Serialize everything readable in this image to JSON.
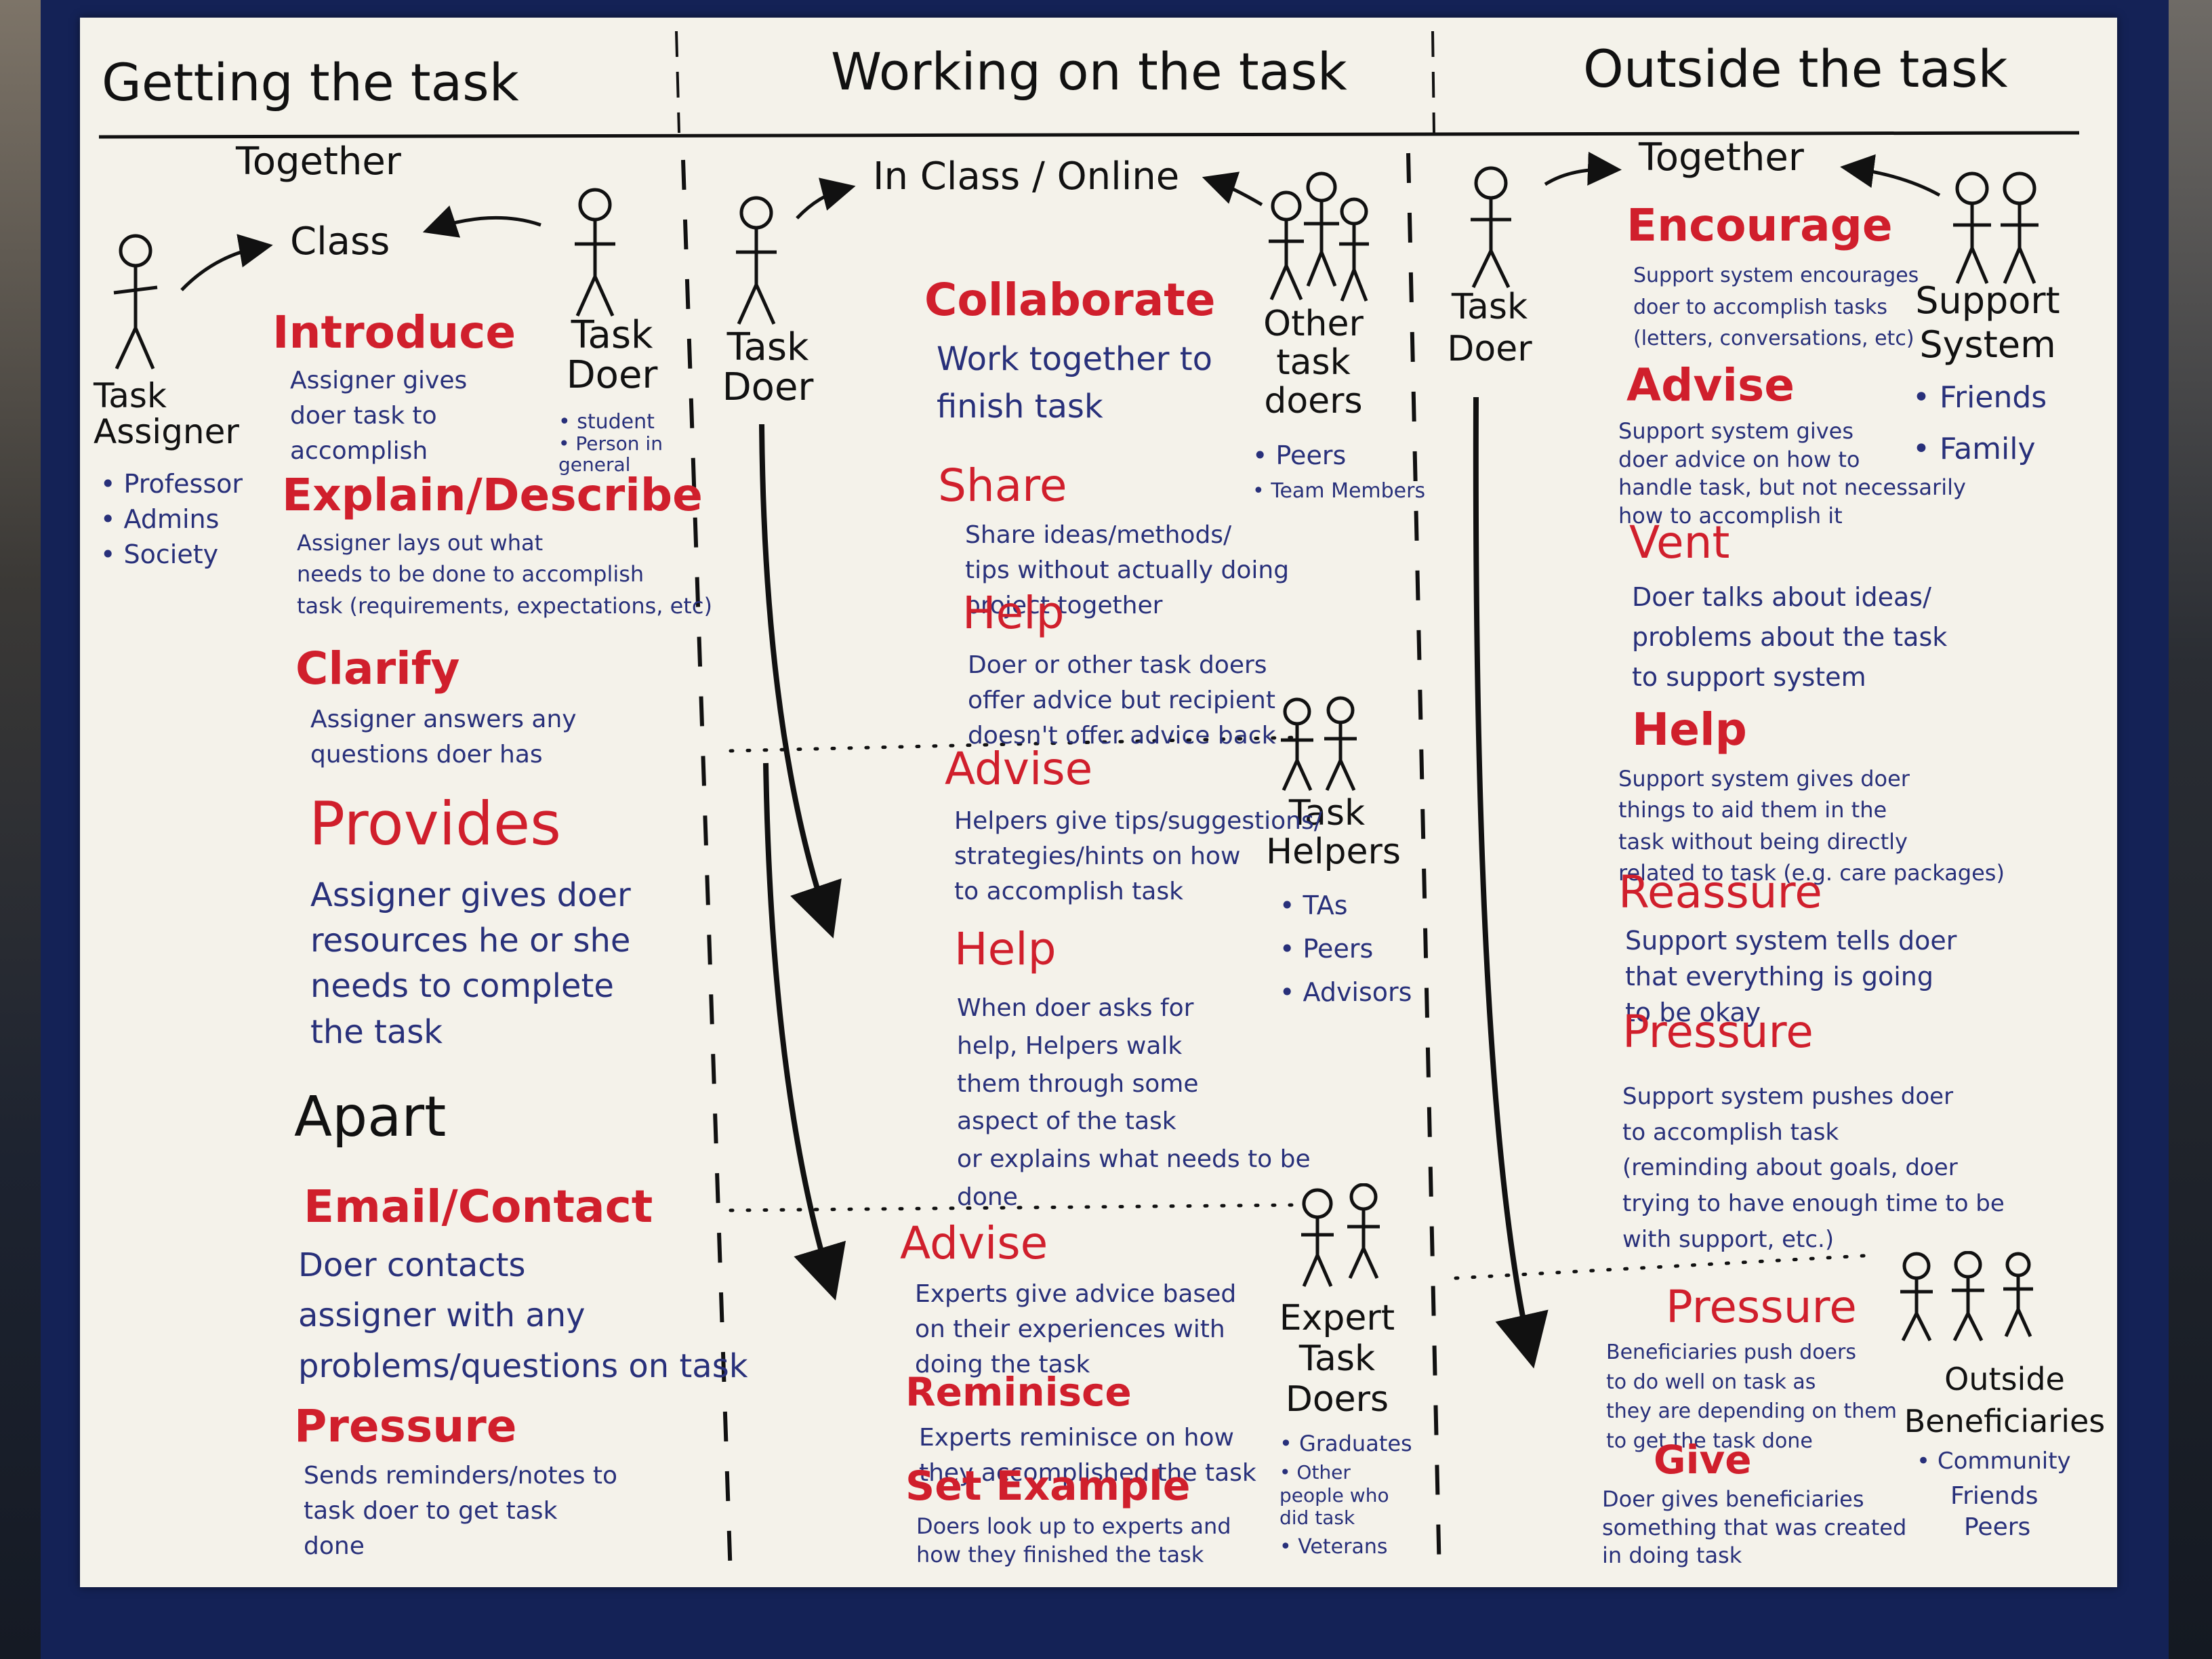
{
  "columns": {
    "getting": "Getting the task",
    "working": "Working on the task",
    "outside": "Outside the task"
  },
  "col1": {
    "together": "Together",
    "class": "Class",
    "assigner": {
      "label": "Task Assigner",
      "items": [
        "Professor",
        "Admins",
        "Society"
      ]
    },
    "doer": {
      "label": "Task Doer",
      "items": [
        "student",
        "Person in general"
      ]
    },
    "introduce": {
      "title": "Introduce",
      "text": "Assigner gives\ndoer task to\naccomplish"
    },
    "explain": {
      "title": "Explain/Describe",
      "text": "Assigner lays out what\nneeds to be done to accomplish\ntask (requirements, expectations, etc)"
    },
    "clarify": {
      "title": "Clarify",
      "text": "Assigner answers any\nquestions doer has"
    },
    "provides": {
      "title": "Provides",
      "text": "Assigner gives doer\nresources he or she\nneeds to complete\nthe task"
    },
    "apart": "Apart",
    "email": {
      "title": "Email/Contact",
      "text": "Doer contacts\nassigner with any\nproblems/questions on task"
    },
    "pressure": {
      "title": "Pressure",
      "text": "Sends reminders/notes to\ntask doer to get task\ndone"
    }
  },
  "col2": {
    "inclass": "In Class / Online",
    "doer": "Task Doer",
    "others": {
      "label": "Other task doers",
      "items": [
        "Peers",
        "Team Members"
      ]
    },
    "collaborate": {
      "title": "Collaborate",
      "text": "Work together to\nfinish task"
    },
    "share": {
      "title": "Share",
      "text": "Share ideas/methods/\ntips without actually doing\nproject together"
    },
    "help1": {
      "title": "Help",
      "text": "Doer or other task doers\noffer advice but recipient\ndoesn't offer advice back"
    },
    "helpers": {
      "label": "Task Helpers",
      "items": [
        "TAs",
        "Peers",
        "Advisors"
      ]
    },
    "advise1": {
      "title": "Advise",
      "text": "Helpers give tips/suggestions/\nstrategies/hints on how\nto accomplish task"
    },
    "help2": {
      "title": "Help",
      "text": "When doer asks for\nhelp, Helpers walk\nthem through some\naspect of the task\nor explains what needs to be\ndone"
    },
    "experts": {
      "label": "Expert Task Doers",
      "items": [
        "Graduates",
        "Other people who did task",
        "Veterans"
      ]
    },
    "advise2": {
      "title": "Advise",
      "text": "Experts give advice based\non their experiences with\ndoing the task"
    },
    "reminisce": {
      "title": "Reminisce",
      "text": "Experts reminisce on how\nthey accomplished the task"
    },
    "setexample": {
      "title": "Set Example",
      "text": "Doers look up to experts and\nhow they finished the task"
    }
  },
  "col3": {
    "together": "Together",
    "doer": "Task Doer",
    "support": {
      "label": "Support System",
      "items": [
        "Friends",
        "Family"
      ]
    },
    "encourage": {
      "title": "Encourage",
      "text": "Support system encourages\ndoer to accomplish tasks\n(letters, conversations, etc)"
    },
    "advise": {
      "title": "Advise",
      "text": "Support system gives\ndoer advice on how to\nhandle task, but not necessarily\nhow to accomplish it"
    },
    "vent": {
      "title": "Vent",
      "text": "Doer talks about ideas/\nproblems about the task\nto support system"
    },
    "help": {
      "title": "Help",
      "text": "Support system gives doer\nthings to aid them in the\ntask without being directly\nrelated to task (e.g. care packages)"
    },
    "reassure": {
      "title": "Reassure",
      "text": "Support system tells doer\nthat everything is going\nto be okay"
    },
    "pressure": {
      "title": "Pressure",
      "text": "Support system pushes doer\nto accomplish task\n(reminding about goals, doer\ntrying to have enough time to be\nwith support, etc.)"
    },
    "pressure2": {
      "title": "Pressure",
      "text": "Beneficiaries push doers\nto do well on task as\nthey are depending on them\nto get the task done"
    },
    "give": {
      "title": "Give",
      "text": "Doer gives beneficiaries\nsomething that was created\nin doing task"
    },
    "beneficiaries": {
      "label": "Outside Beneficiaries",
      "items": [
        "Community",
        "Friends",
        "Peers"
      ]
    }
  },
  "colors": {
    "red": "#d01f2c",
    "blue": "#28307a",
    "ink": "#111111",
    "paper": "#f4f2ea",
    "folder": "#142256"
  }
}
